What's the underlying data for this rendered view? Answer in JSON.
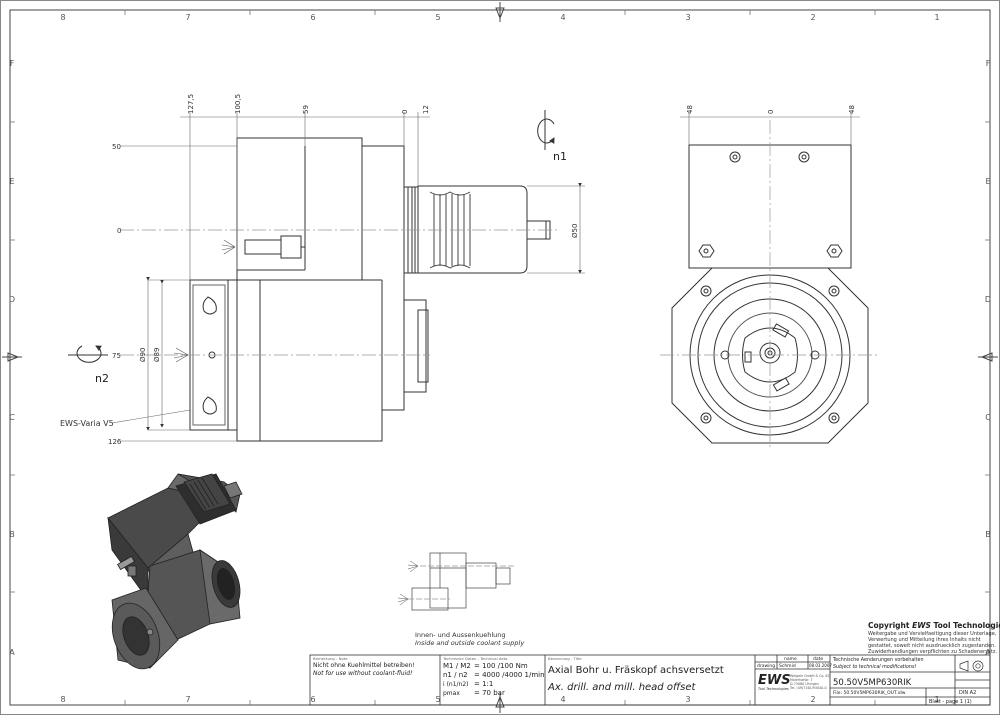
{
  "frame": {
    "col_labels": [
      "8",
      "7",
      "6",
      "5",
      "4",
      "3",
      "2",
      "1"
    ],
    "row_labels": [
      "F",
      "E",
      "D",
      "C",
      "B",
      "A"
    ]
  },
  "side_view": {
    "top_dims": [
      "127,5",
      "100,5",
      "59",
      "0",
      "12"
    ],
    "left_dims": [
      "50",
      "0",
      "75",
      "126"
    ],
    "dia_labels": [
      "Ø90",
      "Ø89",
      "Ø50"
    ],
    "n1": "n1",
    "n2": "n2",
    "callout": "EWS-Varia V5"
  },
  "front_view": {
    "top_dims": [
      "48",
      "0",
      "48"
    ]
  },
  "coolant": {
    "line1": "Innen- und Aussenkuehlung",
    "line2": "Inside and outside coolant supply"
  },
  "copyright": {
    "title_prefix": "Copyright ",
    "title_brand": "EWS",
    "title_suffix": " Tool Technologies",
    "lines": [
      "Weitergabe und Vervielfaeltigung dieser Unterlage,",
      "Verwertung und Mitteilung ihres Inhalts nicht",
      "gestattet, soweit nicht ausdruecklich zugestanden.",
      "Zuwiderhandlungen verpflichten zu Schadenersatz."
    ]
  },
  "title_block": {
    "remark_caption": "Bemerkung - Note",
    "remark_de": "Nicht ohne Kuehlmittel betreiben!",
    "remark_en": "Not for use without coolant-fluid!",
    "tech_caption": "Technische Daten - Technical data",
    "tech_rows": [
      {
        "k": "M1 / M2",
        "v": "= 100 /100 Nm"
      },
      {
        "k": "n1 / n2",
        "v": "= 4000 /4000  1/min"
      },
      {
        "k": "i  (n1/n2)",
        "v": "= 1:1"
      },
      {
        "k": "pmax",
        "v": "= 70  bar"
      }
    ],
    "title_caption": "Benennung - Title",
    "title_de": "Axial Bohr u. Fräskopf achsversetzt",
    "title_en": "Ax. drill. and mill. head offset",
    "hdr_name": "name",
    "hdr_date": "date",
    "drawing_label": "drawing",
    "drawing_name": "Schmid",
    "drawing_date": "08.03.2007",
    "logo": "EWS",
    "logo_sub": "Tool Technologies",
    "company_lines": [
      "Weigele GmbH & Co. KG",
      "Maierhofstr. 7",
      "D-73080 Uhingen",
      "Tel. (49)7161/93040-0"
    ],
    "tech_note_de": "Technische Aenderungen vorbehalten",
    "tech_note_en": "Subject to technical modifications!",
    "part_number": "50.50V5MP630RIK",
    "file": "File: 50.50V5MP630RIK_OUT.idw",
    "sheet_size": "DIN A2",
    "page": "Blatt - page  1 (1)"
  }
}
